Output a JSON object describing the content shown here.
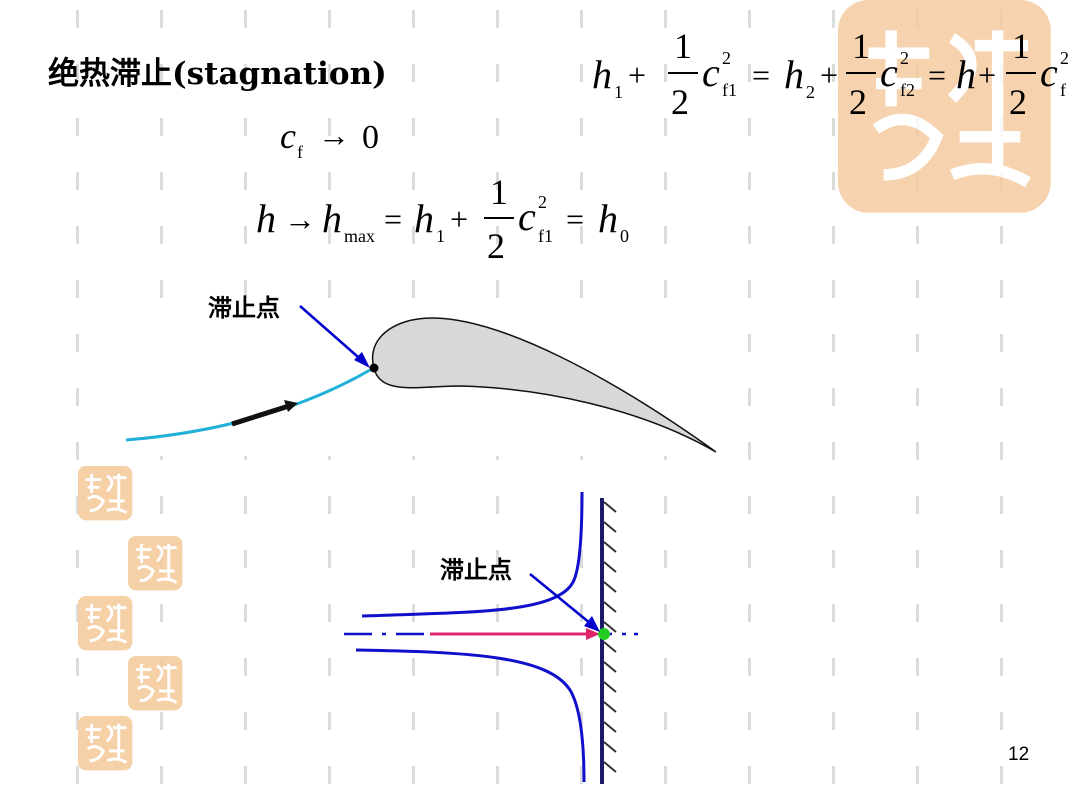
{
  "slide": {
    "title": "绝热滞止(stagnation)",
    "page_number": "12",
    "seal_text": "吉祥如意",
    "seal_color": "#f5c99a"
  },
  "equations": {
    "energy": {
      "h1": "h",
      "sub1": "1",
      "plus1": "+",
      "num1": "1",
      "den1": "2",
      "c1": "c",
      "c1_sup": "2",
      "c1_sub": "f1",
      "eq1": "=",
      "h2": "h",
      "sub2": "2",
      "plus2": "+",
      "num2": "1",
      "den2": "2",
      "c2": "c",
      "c2_sup": "2",
      "c2_sub": "f2",
      "eq2": "=",
      "h3": "h",
      "plus3": "+",
      "num3": "1",
      "den3": "2",
      "c3": "c",
      "c3_sup": "2",
      "c3_sub": "f"
    },
    "limit": {
      "c": "c",
      "c_sub": "f",
      "arrow": "→",
      "zero": "0"
    },
    "max": {
      "h": "h",
      "arrow": "→",
      "hmax": "h",
      "hmax_sub": "max",
      "eq1": "=",
      "h1": "h",
      "h1_sub": "1",
      "plus": "+",
      "num": "1",
      "den": "2",
      "c": "c",
      "c_sup": "2",
      "c_sub": "f1",
      "eq2": "=",
      "h0": "h",
      "h0_sub": "0"
    }
  },
  "diagrams": {
    "airfoil": {
      "label": "滞止点",
      "label_color": "#0000cc",
      "streamline_color": "#20b0d8",
      "body_fill": "#d8d8d8",
      "arrow_color": "#111111"
    },
    "wall": {
      "label": "滞止点",
      "streamline_color": "#1010cc",
      "centerline_color": "#1010cc",
      "arrow_color": "#e0246c",
      "point_color": "#22cc22"
    }
  }
}
